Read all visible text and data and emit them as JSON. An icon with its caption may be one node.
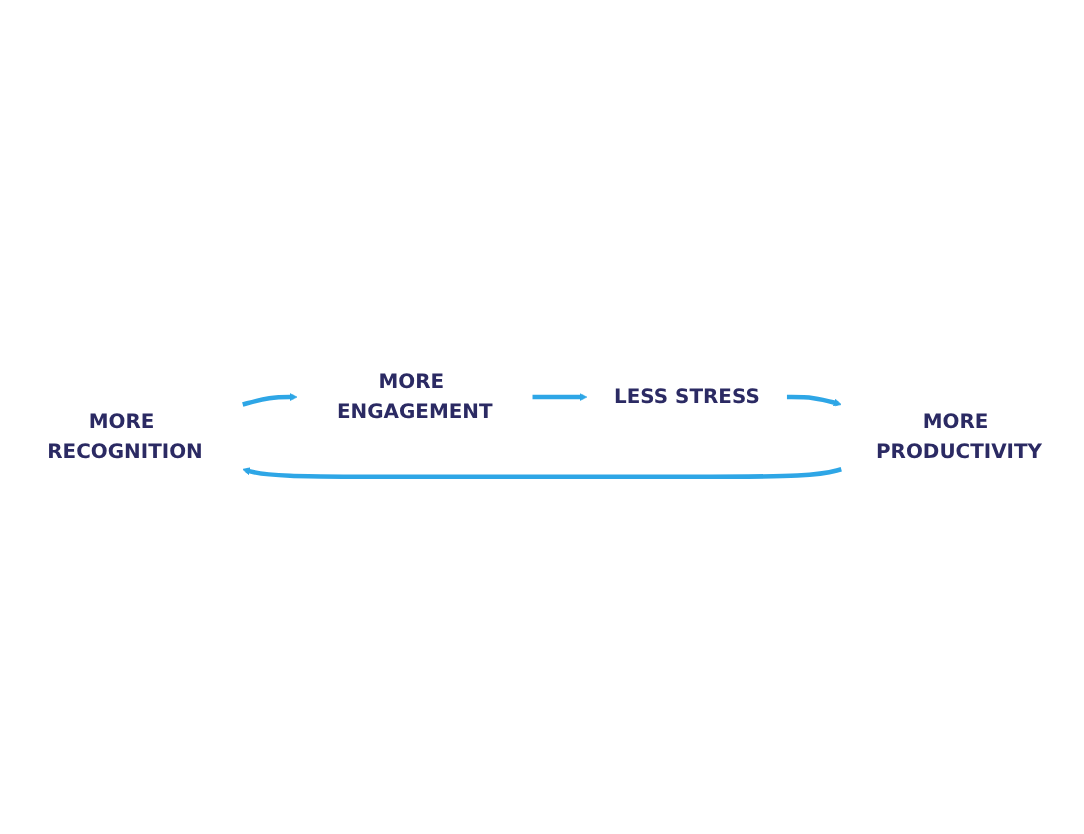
{
  "diagram": {
    "nodes": [
      {
        "text": [
          "MORE RECOGNITION"
        ]
      },
      {
        "text": [
          "MORE ENGAGEMENT"
        ]
      },
      {
        "text": [
          "LESS STRESS"
        ]
      },
      {
        "text": [
          "MORE PRODUCTIVITY"
        ]
      }
    ],
    "edges": [
      {
        "from": 0,
        "to": 1,
        "arrow": "to"
      },
      {
        "from": 1,
        "to": 2,
        "arrow": "to"
      },
      {
        "from": 2,
        "to": 3,
        "arrow": "to"
      },
      {
        "from": 3,
        "to": 0,
        "arrow": "to"
      }
    ]
  }
}
